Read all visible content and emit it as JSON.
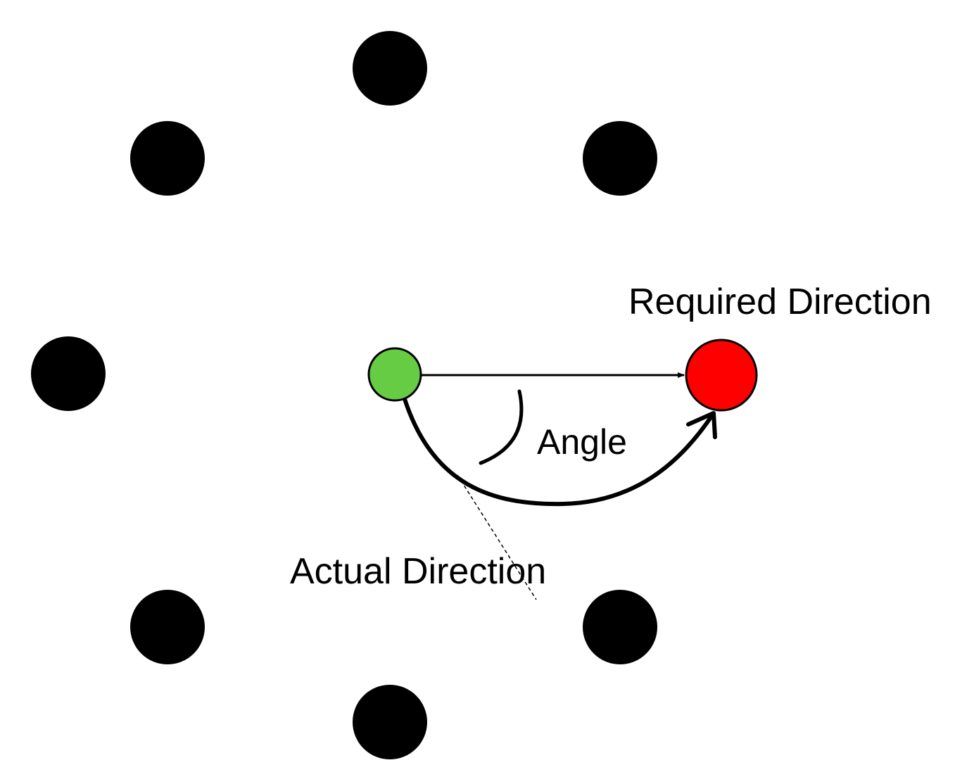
{
  "labels": {
    "required_direction": "Required Direction",
    "angle": "Angle",
    "actual_direction": "Actual Direction"
  },
  "colors": {
    "background": "#ffffff",
    "obstacle": "#000000",
    "agent": "#66cc44",
    "target": "#ff0000",
    "stroke": "#000000"
  }
}
